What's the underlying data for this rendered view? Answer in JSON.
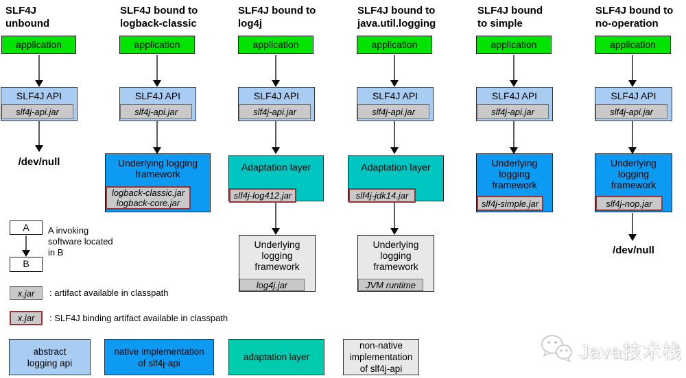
{
  "colors": {
    "application": "#00e400",
    "api": "#a8ccf2",
    "jar_gray": "#c9c9c9",
    "native_blue": "#0d9af2",
    "adaptation_cyan": "#00c6c2",
    "nonnative_gray": "#e8e8e8",
    "binding_border_red": "#993333"
  },
  "columns": [
    {
      "title": "SLF4J\nunbound",
      "application": "application",
      "api": "SLF4J API",
      "api_jar": "slf4j-api.jar",
      "sink": "/dev/null"
    },
    {
      "title": "SLF4J bound to\nlogback-classic",
      "application": "application",
      "api": "SLF4J API",
      "api_jar": "slf4j-api.jar",
      "framework": "Underlying logging\nframework",
      "framework_jar": "logback-classic.jar\nlogback-core.jar"
    },
    {
      "title": "SLF4J bound to\nlog4j",
      "application": "application",
      "api": "SLF4J API",
      "api_jar": "slf4j-api.jar",
      "adaptation": "Adaptation layer",
      "adaptation_jar": "slf4j-log412.jar",
      "framework": "Underlying\nlogging\nframework",
      "framework_jar": "log4j.jar"
    },
    {
      "title": "SLF4J bound to\njava.util.logging",
      "application": "application",
      "api": "SLF4J API",
      "api_jar": "slf4j-api.jar",
      "adaptation": "Adaptation layer",
      "adaptation_jar": "slf4j-jdk14.jar",
      "framework": "Underlying\nlogging\nframework",
      "framework_jar": "JVM runtime"
    },
    {
      "title": "SLF4J bound\nto simple",
      "application": "application",
      "api": "SLF4J API",
      "api_jar": "slf4j-api.jar",
      "framework": "Underlying\nlogging\nframework",
      "framework_jar": "slf4j-simple.jar"
    },
    {
      "title": "SLF4J bound to\nno-operation",
      "application": "application",
      "api": "SLF4J API",
      "api_jar": "slf4j-api.jar",
      "framework": "Underlying\nlogging\nframework",
      "framework_jar": "slf4j-nop.jar",
      "sink": "/dev/null"
    }
  ],
  "legend": {
    "box_a": "A",
    "box_b": "B",
    "invoking_note": "A invoking\nsoftware located\nin B",
    "jar_sample": "x.jar",
    "artifact_note": ": artifact available in classpath",
    "binding_note": ": SLF4J binding artifact available in classpath",
    "keys": [
      {
        "label": "abstract\nlogging api",
        "color": "#a8ccf2"
      },
      {
        "label": "native implementation\nof slf4j-api",
        "color": "#0d9af2"
      },
      {
        "label": "adaptation layer",
        "color": "#00cbae"
      },
      {
        "label": "non-native\nimplementation\nof slf4j-api",
        "color": "#e8e8e8"
      }
    ]
  },
  "watermark": {
    "icon": "wechat-icon",
    "text": "Java技术栈"
  }
}
